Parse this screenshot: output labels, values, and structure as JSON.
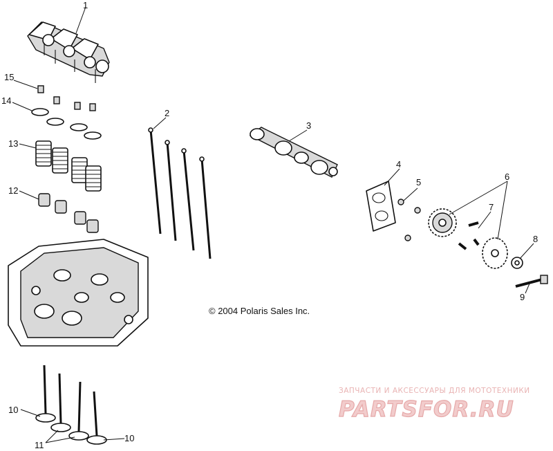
{
  "callouts": [
    "1",
    "2",
    "3",
    "4",
    "5",
    "6",
    "7",
    "8",
    "9",
    "10",
    "10",
    "11",
    "12",
    "13",
    "14",
    "15"
  ],
  "copyright": "© 2004 Polaris Sales Inc.",
  "watermark": {
    "tagline": "ЗАПЧАСТИ И АКСЕССУАРЫ ДЛЯ МОТОТЕХНИКИ",
    "brand": "PARTSFOR.RU"
  }
}
